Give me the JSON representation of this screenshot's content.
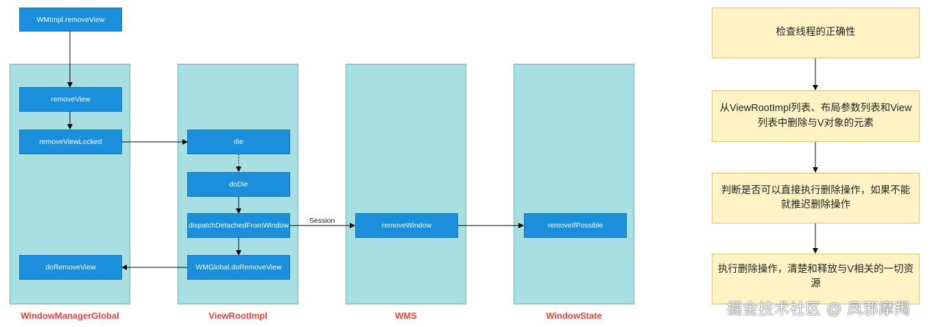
{
  "lanes": [
    {
      "label": "WindowManagerGlobal"
    },
    {
      "label": "ViewRootImpl"
    },
    {
      "label": "WMS"
    },
    {
      "label": "WindowState"
    }
  ],
  "nodes": {
    "wmimpl_remove_view": "WMImpl.removeView",
    "remove_view": "removeView",
    "remove_view_locked": "removeViewLocked",
    "do_remove_view": "doRemoveView",
    "die": "die",
    "do_die": "doDie",
    "dispatch_detached": "dispatchDetachedFromWindow",
    "wmglobal_do_remove_view": "WMGlobal.doRemoveView",
    "remove_window": "removeWindow",
    "remove_if_possible": "removeIfPossible"
  },
  "edge_labels": {
    "session": "Session"
  },
  "steps": [
    {
      "text": "检查线程的正确性"
    },
    {
      "text": "从ViewRootImpl列表、布局参数列表和View列表中删除与V对象的元素"
    },
    {
      "text": "判断是否可以直接执行删除操作，如果不能就推迟删除操作"
    },
    {
      "text": "执行删除操作，清楚和释放与V相关的一切资源"
    }
  ],
  "watermark": "掘金技术社区 @ 凤邪摩羯",
  "colors": {
    "lane_fill": "#a8dfe3",
    "node_fill": "#1b8fdc",
    "step_fill": "#fff3c6",
    "lane_label": "#ea4335"
  }
}
